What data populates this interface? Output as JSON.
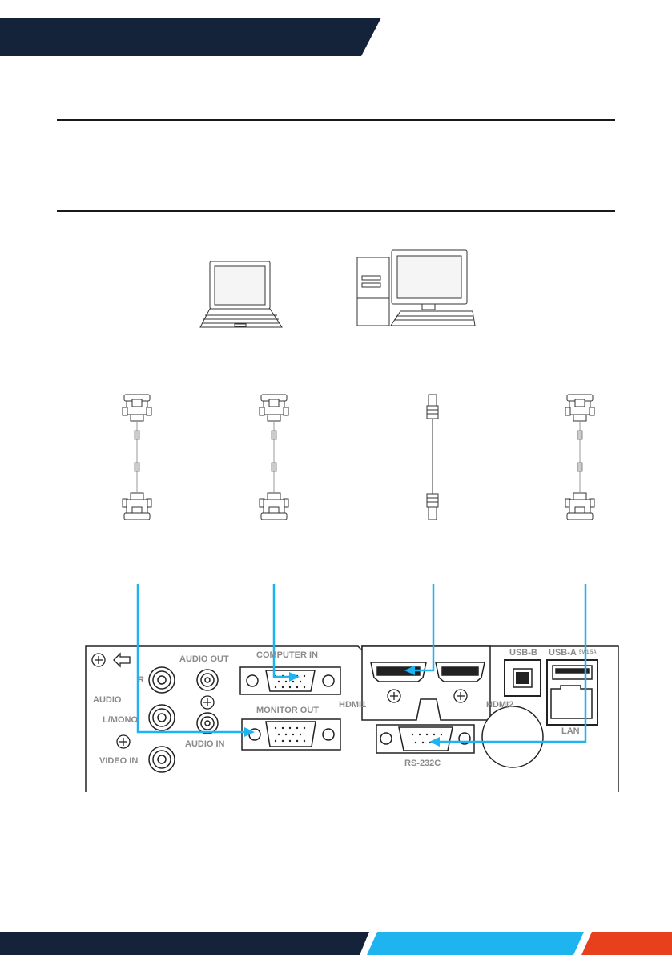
{
  "colors": {
    "banner_dark": "#14223a",
    "accent_blue": "#1eb4ef",
    "accent_red": "#e8401c",
    "panel_label_gray": "#8a8a8a",
    "cable_line": "#1eb4ef"
  },
  "devices": {
    "laptop_icon": "laptop-icon",
    "desktop_icon": "desktop-computer-icon"
  },
  "cables": [
    "vga-cable-icon",
    "vga-cable-icon",
    "hdmi-cable-icon",
    "rs232-cable-icon"
  ],
  "panel": {
    "audio_out": "AUDIO OUT",
    "computer_in": "COMPUTER IN",
    "usb_b": "USB-B",
    "usb_a": "USB-A",
    "usb_a_rating": "5V/1.5A",
    "audio": "AUDIO",
    "l_mono": "L/MONO",
    "r": "R",
    "hdmi1": "HDMI1",
    "hdmi2": "HDMI2",
    "monitor_out": "MONITOR OUT",
    "audio_in": "AUDIO IN",
    "lan": "LAN",
    "video_in": "VIDEO IN",
    "rs232c": "RS-232C"
  }
}
